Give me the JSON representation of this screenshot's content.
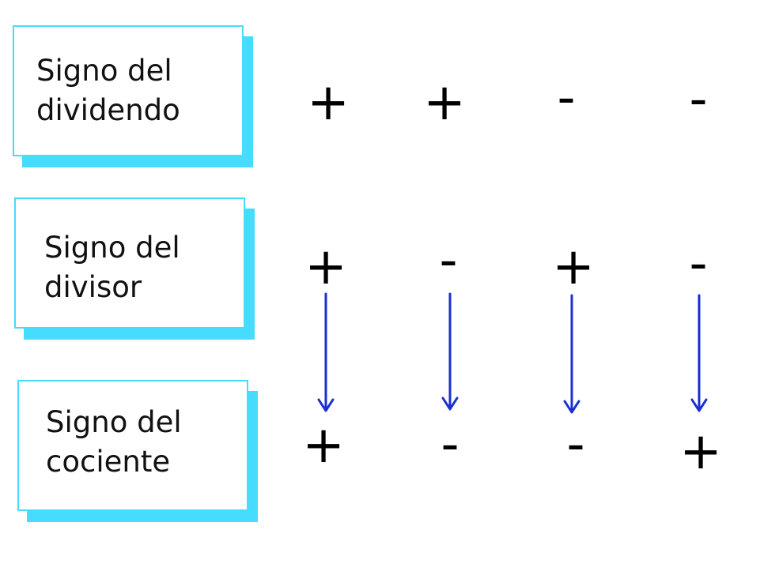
{
  "rows": [
    {
      "label_line1": "Signo del",
      "label_line2": "dividendo",
      "signs": [
        "+",
        "+",
        "-",
        "-"
      ]
    },
    {
      "label_line1": "Signo del",
      "label_line2": "divisor",
      "signs": [
        "+",
        "-",
        "+",
        "-"
      ]
    },
    {
      "label_line1": "Signo del",
      "label_line2": "cociente",
      "signs": [
        "+",
        "-",
        "-",
        "+"
      ]
    }
  ],
  "colors": {
    "box_accent": "#45dcfd",
    "arrow": "#1a2fd1",
    "sign": "#000000"
  },
  "arrow_icon": "down-arrow-icon"
}
